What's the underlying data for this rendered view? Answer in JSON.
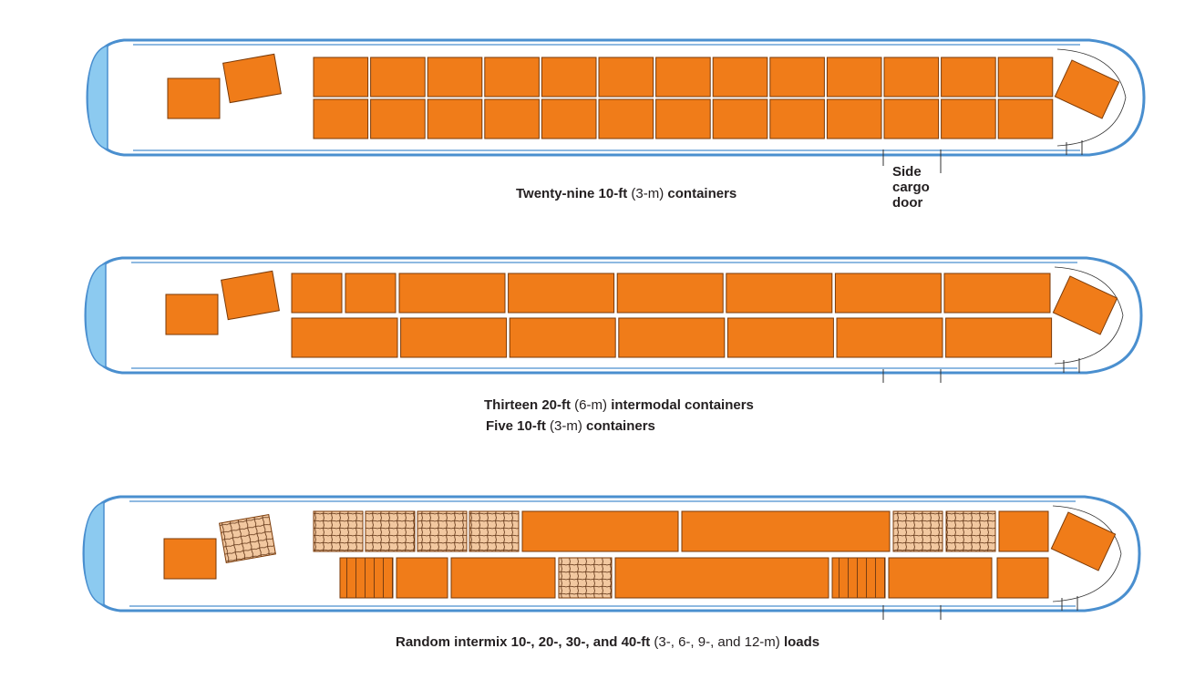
{
  "colors": {
    "fuselage_stroke": "#4a8fcf",
    "nose_fill": "#8ccaf0",
    "container_fill": "#f07c19",
    "container_stroke": "#7a3a08",
    "hatched_fill": "#f2c8a0",
    "hatched_line": "#5a2e10",
    "text": "#231f20"
  },
  "door_label": [
    "Side",
    "cargo",
    "door"
  ],
  "captions": {
    "c1": {
      "b1": "Twenty-nine 10-ft",
      "n1": " (3-m) ",
      "b2": "containers"
    },
    "c2a": {
      "b1": "Thirteen 20-ft",
      "n1": " (6-m) ",
      "b2": "intermodal containers"
    },
    "c2b": {
      "b1": "Five 10-ft",
      "n1": " (3-m) ",
      "b2": "containers"
    },
    "c3": {
      "b1": "Random intermix 10-, 20-, 30-, and 40-ft",
      "n1": " (3-, 6-, 9-, and 12-m) ",
      "b2": "loads"
    }
  }
}
